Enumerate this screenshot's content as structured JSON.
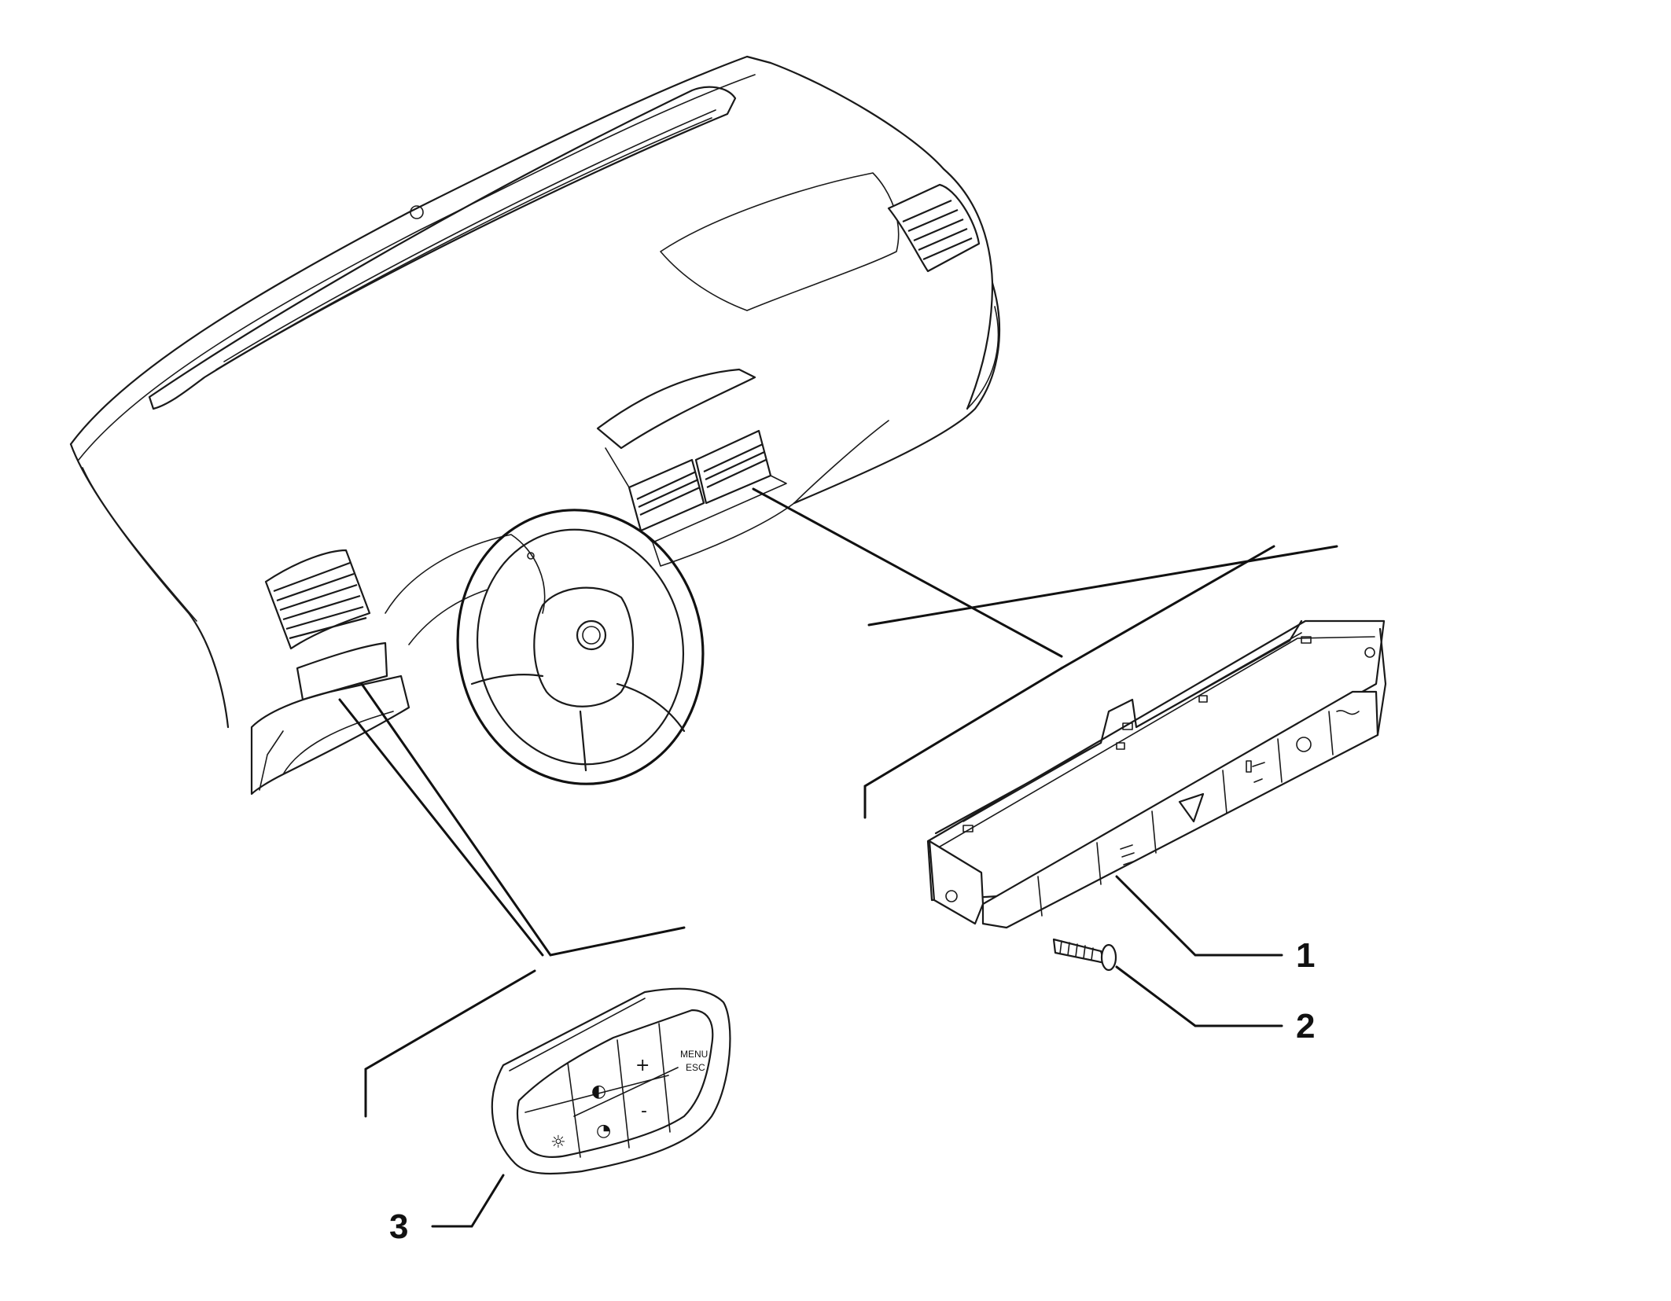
{
  "callouts": [
    {
      "id": "1",
      "label": "1",
      "part": "center-switch-panel"
    },
    {
      "id": "2",
      "label": "2",
      "part": "screw"
    },
    {
      "id": "3",
      "label": "3",
      "part": "left-control-pad"
    }
  ],
  "control_pad": {
    "menu_label": "MENU",
    "esc_label": "ESC",
    "plus_label": "+",
    "minus_label": "-"
  },
  "colors": {
    "line": "#1a1a1a",
    "background": "#ffffff"
  }
}
